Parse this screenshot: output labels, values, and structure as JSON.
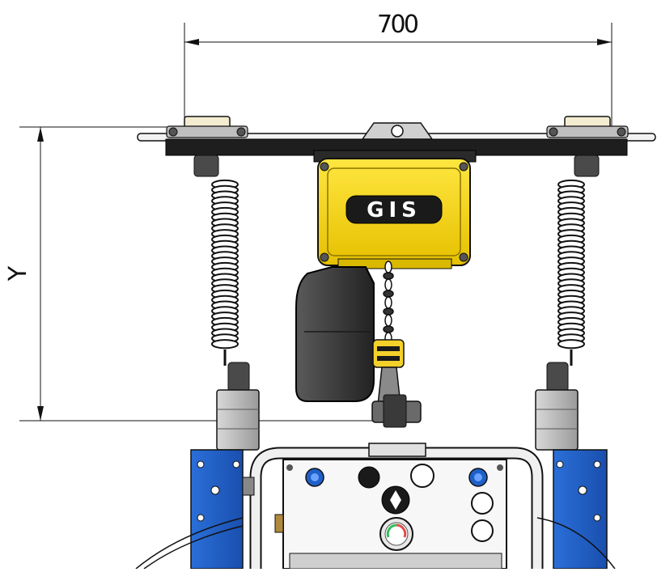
{
  "dimensions": {
    "width_label": "700",
    "height_label": "Y"
  },
  "logo": {
    "text": "GIS"
  },
  "colors": {
    "hoist_yellow": "#f5d20c",
    "frame_blue": "#1f5fc8",
    "line_black": "#111111",
    "housing_dark": "#3a3a3a"
  }
}
